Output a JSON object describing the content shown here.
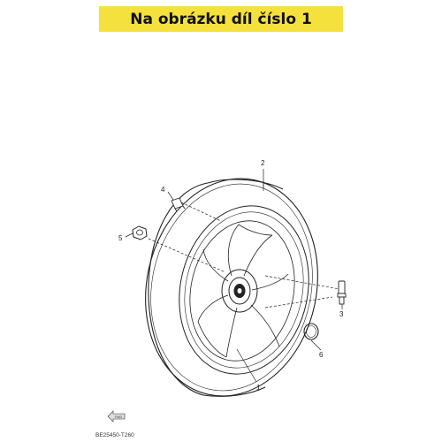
{
  "banner": {
    "title": "Na obrázku díl číslo 1"
  },
  "callouts": {
    "c1": "1",
    "c2": "2",
    "c3": "3",
    "c4": "4",
    "c5": "5",
    "c6": "6"
  },
  "footer": {
    "drawing_code": "BE25450-T260",
    "fwd_label": "FWD"
  }
}
